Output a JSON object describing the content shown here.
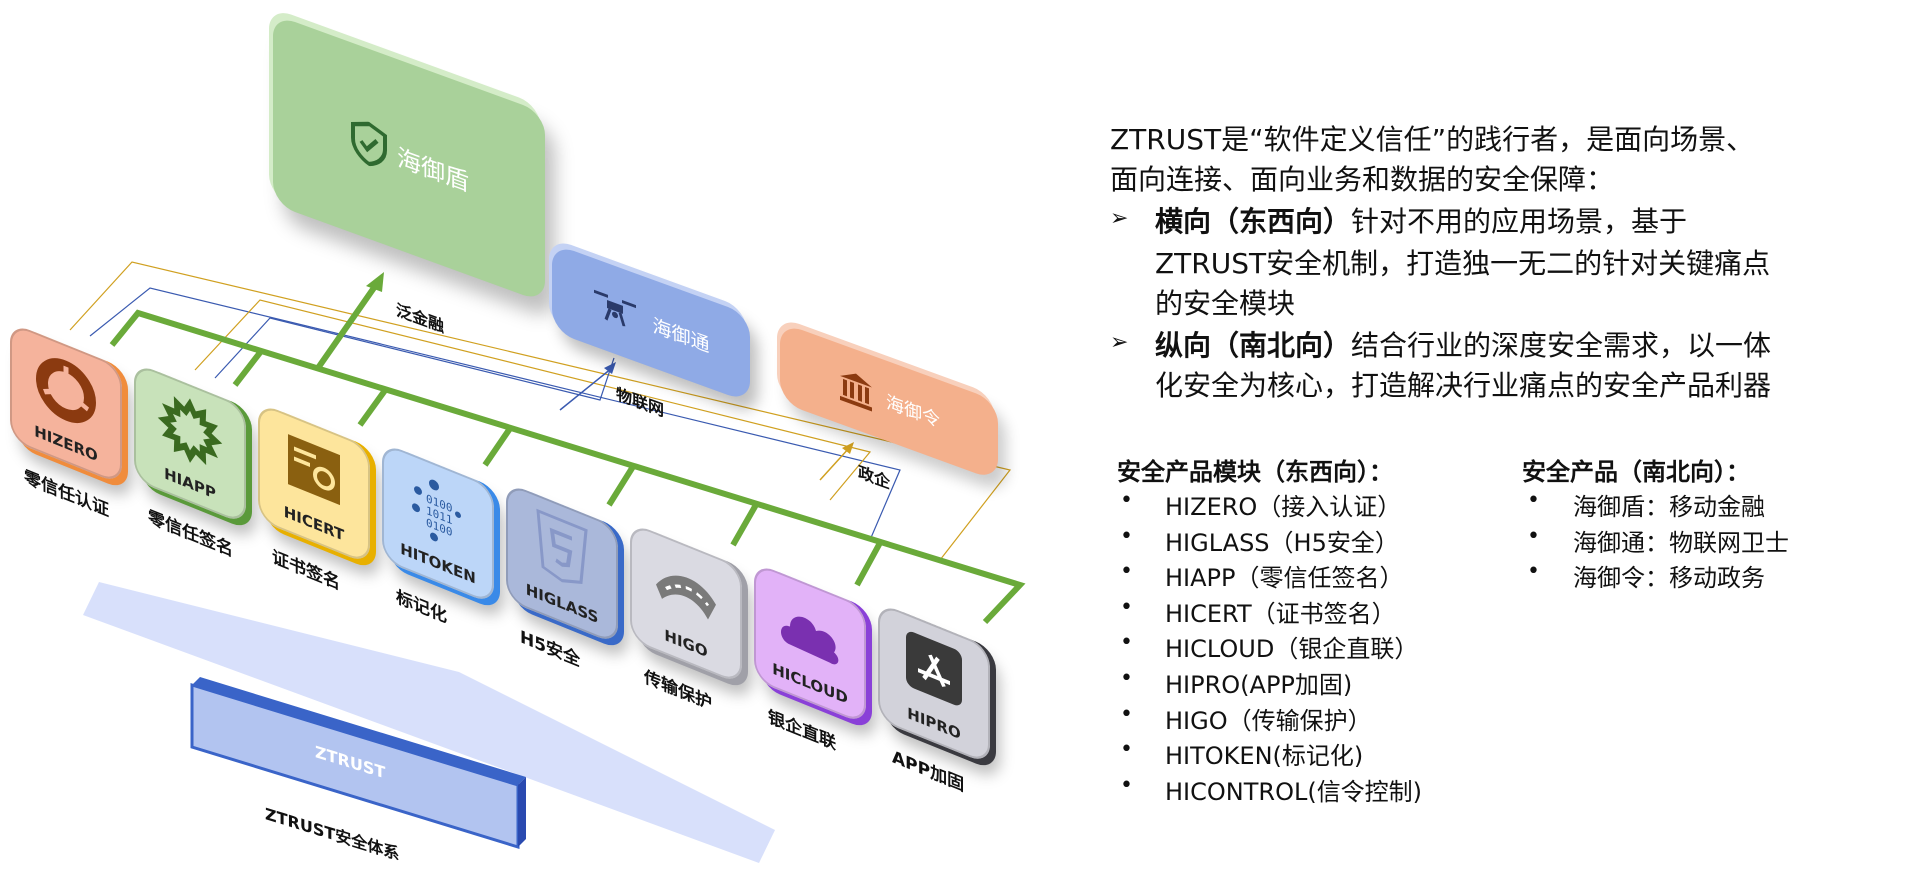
{
  "diagram": {
    "top_cards": [
      {
        "name": "海御盾",
        "caption": "泛金融",
        "icon": "shield-check-icon",
        "face": "#a9d19a",
        "side": "#d4ecc8"
      },
      {
        "name": "海御通",
        "caption": "物联网",
        "icon": "drone-icon",
        "face": "#8faae6",
        "side": "#c4d2f4"
      },
      {
        "name": "海御令",
        "caption": "政企",
        "icon": "bank-icon",
        "face": "#f4b08c",
        "side": "#f8d0bc"
      }
    ],
    "tiles": [
      {
        "title": "HIZERO",
        "label": "零信任认证",
        "icon": "ring-icon",
        "face": "#f5b39c",
        "side": "#f08c3c",
        "ink": "#8b3a10"
      },
      {
        "title": "HIAPP",
        "label": "零信任签名",
        "icon": "badge-icon",
        "face": "#c8e2ba",
        "side": "#5a9a3a",
        "ink": "#3a6a20"
      },
      {
        "title": "HICERT",
        "label": "证书签名",
        "icon": "certificate-icon",
        "face": "#fde59c",
        "side": "#e8b000",
        "ink": "#8a6010"
      },
      {
        "title": "HITOKEN",
        "label": "标记化",
        "icon": "binary-icon",
        "face": "#bcd6f8",
        "side": "#3a8ae8",
        "ink": "#2a5aa0"
      },
      {
        "title": "HIGLASS",
        "label": "H5安全",
        "icon": "html5-icon",
        "face": "#aab8da",
        "side": "#3a6ac8",
        "ink": "#8898c8"
      },
      {
        "title": "HIGO",
        "label": "传输保护",
        "icon": "road-icon",
        "face": "#dadae2",
        "side": "#a0a0a8",
        "ink": "#7a7a7a"
      },
      {
        "title": "HICLOUD",
        "label": "银企直联",
        "icon": "cloud-icon",
        "face": "#e2b2f8",
        "side": "#8a40d8",
        "ink": "#7a30b0"
      },
      {
        "title": "HIPRO",
        "label": "APP加固",
        "icon": "app-store-icon",
        "face": "#d2d2da",
        "side": "#3a3a40",
        "ink": "#3a3a3a"
      }
    ],
    "base": {
      "name": "ZTRUST",
      "caption": "ZTRUST安全体系"
    },
    "colors": {
      "green_bus": "#6aaa3a",
      "blue_line": "#3a5ab0",
      "gold_line": "#d0a020"
    }
  },
  "intro": {
    "line1": "ZTRUST是“软件定义信任”的践行者，是面向场景、",
    "line2": "面向连接、面向业务和数据的安全保障：",
    "points": [
      {
        "bold": "横向（东西向）",
        "rest": "针对不用的应用场景，基于",
        "cont": [
          "ZTRUST安全机制，打造独一无二的针对关键痛点",
          "的安全模块"
        ]
      },
      {
        "bold": "纵向（南北向）",
        "rest": "结合行业的深度安全需求，以一体",
        "cont": [
          "化安全为核心，打造解决行业痛点的安全产品利器"
        ]
      }
    ]
  },
  "modules": {
    "heading": "安全产品模块（东西向）：",
    "items": [
      "HIZERO（接入认证）",
      "HIGLASS（H5安全）",
      "HIAPP（零信任签名）",
      "HICERT（证书签名）",
      "HICLOUD（银企直联）",
      "HIPRO(APP加固)",
      "HIGO（传输保护）",
      "HITOKEN(标记化)",
      "HICONTROL(信令控制)"
    ]
  },
  "products": {
    "heading": "安全产品（南北向）：",
    "items": [
      "海御盾：移动金融",
      "海御通：物联网卫士",
      "海御令：移动政务"
    ]
  }
}
